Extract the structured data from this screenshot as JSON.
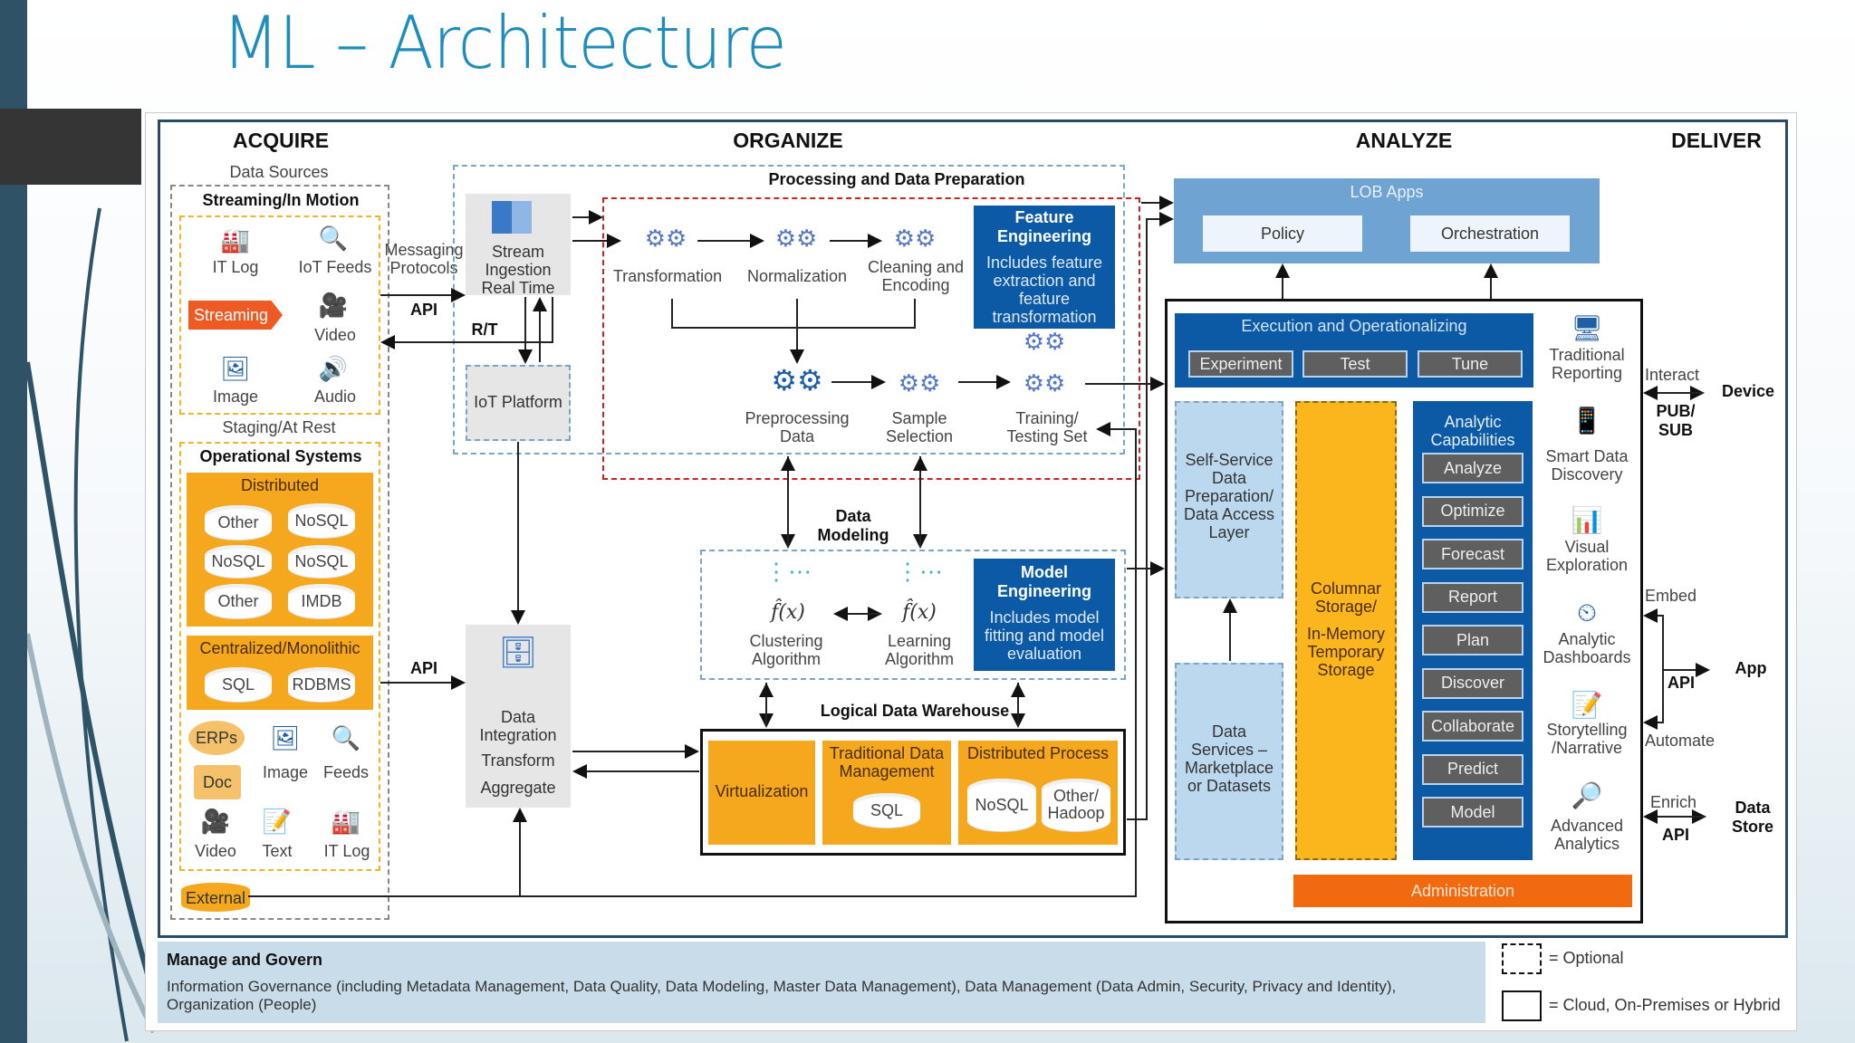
{
  "slide": {
    "title": "ML – Architecture"
  },
  "columns": {
    "acquire": "ACQUIRE",
    "organize": "ORGANIZE",
    "analyze": "ANALYZE",
    "deliver": "DELIVER"
  },
  "acquire": {
    "data_sources": "Data Sources",
    "streaming_title": "Streaming/In Motion",
    "streaming_items": [
      {
        "label": "IT Log",
        "icon": "factory-icon"
      },
      {
        "label": "IoT Feeds",
        "icon": "magnifier-icon"
      },
      {
        "label": "Streaming",
        "icon": "streaming-tag"
      },
      {
        "label": "Video",
        "icon": "camera-icon"
      },
      {
        "label": "Image",
        "icon": "image-icon"
      },
      {
        "label": "Audio",
        "icon": "speaker-icon"
      }
    ],
    "staging_title": "Staging/At Rest",
    "operational_title": "Operational Systems",
    "distributed_title": "Distributed",
    "distributed_dbs": [
      "Other",
      "NoSQL",
      "NoSQL",
      "NoSQL",
      "Other",
      "IMDB"
    ],
    "centralized_title": "Centralized/Monolithic",
    "centralized_dbs": [
      "SQL",
      "RDBMS"
    ],
    "other_items": [
      {
        "label": "ERPs",
        "icon": "erp-bubble"
      },
      {
        "label": "Image",
        "icon": "image-icon"
      },
      {
        "label": "Feeds",
        "icon": "magnifier-icon"
      },
      {
        "label": "Doc",
        "icon": "doc-icon"
      },
      {
        "label": "Video",
        "icon": "camera-icon"
      },
      {
        "label": "Text",
        "icon": "notebook-icon"
      },
      {
        "label": "IT Log",
        "icon": "factory-icon"
      }
    ],
    "external": "External"
  },
  "connectors": {
    "messaging": "Messaging\nProtocols",
    "api_top": "API",
    "rt": "R/T",
    "api_mid": "API"
  },
  "organize": {
    "stream_ingestion": "Stream\nIngestion\nReal Time",
    "iot_platform": "IoT Platform",
    "processing_title": "Processing and Data Preparation",
    "steps_top": [
      "Transformation",
      "Normalization",
      "Cleaning and\nEncoding"
    ],
    "feature_eng_title": "Feature\nEngineering",
    "feature_eng_desc": "Includes feature\nextraction and\nfeature\ntransformation",
    "steps_bottom": [
      "Preprocessing\nData",
      "Sample\nSelection",
      "Training/\nTesting Set"
    ],
    "data_modeling": "Data\nModeling",
    "algorithms": [
      {
        "formula": "f̂(x)",
        "label": "Clustering\nAlgorithm"
      },
      {
        "formula": "f̂(x)",
        "label": "Learning\nAlgorithm"
      }
    ],
    "model_eng_title": "Model\nEngineering",
    "model_eng_desc": "Includes model\nfitting and model\nevaluation",
    "data_integration": [
      "Data\nIntegration",
      "Transform",
      "Aggregate"
    ],
    "ldw_title": "Logical Data Warehouse",
    "virtualization": "Virtualization",
    "traditional_dm": "Traditional Data\nManagement",
    "traditional_db": "SQL",
    "distributed_process": "Distributed Process",
    "distributed_dbs": [
      "NoSQL",
      "Other/\nHadoop"
    ]
  },
  "analyze": {
    "lob_title": "LOB Apps",
    "lob_items": [
      "Policy",
      "Orchestration"
    ],
    "exec_title": "Execution and Operationalizing",
    "exec_items": [
      "Experiment",
      "Test",
      "Tune"
    ],
    "self_service": "Self-Service\nData\nPreparation/\nData Access\nLayer",
    "data_services": "Data\nServices –\nMarketplace\nor Datasets",
    "columnar": "Columnar\nStorage/",
    "in_memory": "In-Memory\nTemporary\nStorage",
    "analytic_title": "Analytic\nCapabilities",
    "analytic_items": [
      "Analyze",
      "Optimize",
      "Forecast",
      "Report",
      "Plan",
      "Discover",
      "Collaborate",
      "Predict",
      "Model"
    ],
    "outputs": [
      {
        "label": "Traditional\nReporting",
        "icon": "monitor-icon"
      },
      {
        "label": "Smart Data\nDiscovery",
        "icon": "phone-icon"
      },
      {
        "label": "Visual\nExploration",
        "icon": "laptop-chart-icon"
      },
      {
        "label": "Analytic\nDashboards",
        "icon": "gauge-icon"
      },
      {
        "label": "Storytelling\n/Narrative",
        "icon": "notebook-icon"
      },
      {
        "label": "Advanced\nAnalytics",
        "icon": "analytics-magnifier-icon"
      }
    ],
    "administration": "Administration"
  },
  "deliver": {
    "interact": "Interact",
    "device": "Device",
    "pubsub": "PUB/\nSUB",
    "embed": "Embed",
    "api1": "API",
    "app": "App",
    "automate": "Automate",
    "enrich": "Enrich",
    "api2": "API",
    "data_store": "Data\nStore"
  },
  "govern": {
    "title": "Manage and Govern",
    "text": "Information Governance (including Metadata Management, Data Quality, Data Modeling, Master Data Management), Data Management (Data Admin, Security, Privacy and Identity), Organization (People)"
  },
  "legend": {
    "optional": "= Optional",
    "solid": "= Cloud, On-Premises or Hybrid"
  },
  "colors": {
    "title": "#1e8dbd",
    "dark_blue": "#0c5aa6",
    "orange": "#f5a81e",
    "admin_orange": "#f26a10",
    "streaming_orange": "#ee5a24",
    "lob_blue": "#6fa3d2",
    "gray_button": "#5f5f5f"
  }
}
